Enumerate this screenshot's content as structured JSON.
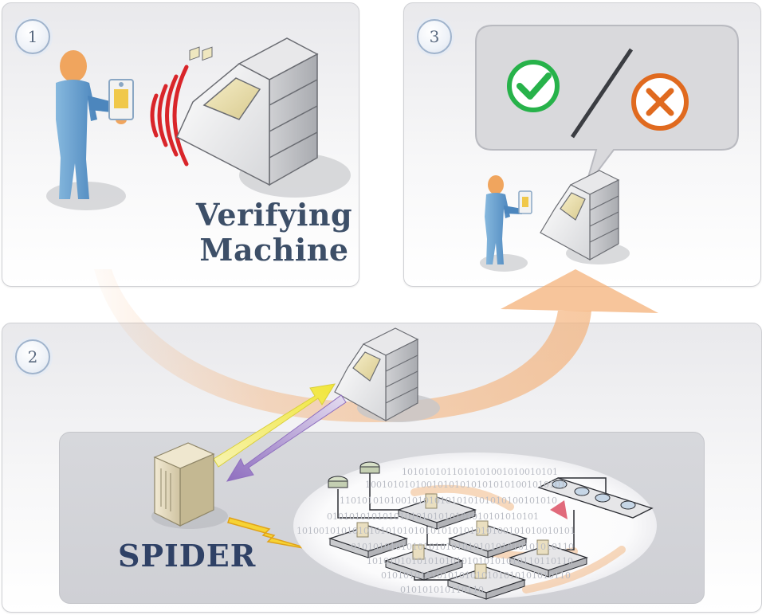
{
  "steps": {
    "one": "1",
    "two": "2",
    "three": "3"
  },
  "verify_caption": {
    "line1": "Verifying",
    "line2": "Machine"
  },
  "spider_caption": "SPIDER",
  "binary_rows": [
    "1010101011010101001010010101",
    "100101010100101010101010101001010101",
    "110101010100101010101010101010100101010",
    "01010101010101010101010101010101010101",
    "10100101010101010101010101010101010100101010010101",
    "0101010101010101010101010101010101010110",
    "1010101010101010101010101010110110110",
    "0101010101010101010101010101010110",
    "010101010110110"
  ],
  "icons": {
    "person": "person-icon",
    "card": "id-card-icon",
    "signal": "wireless-signal-icon",
    "kiosk": "verifying-kiosk-icon",
    "server": "server-tower-icon",
    "check": "check-icon",
    "cross": "cross-icon",
    "lightning": "lightning-bolt-icon"
  },
  "colors": {
    "caption": "#3d4f68",
    "check": "#27b24a",
    "cross": "#e06a1f",
    "flow_arrow": "#f4b27a",
    "signal": "#d9252a",
    "to_spider": "#9b7cc2",
    "to_kiosk": "#f1ea4a"
  }
}
